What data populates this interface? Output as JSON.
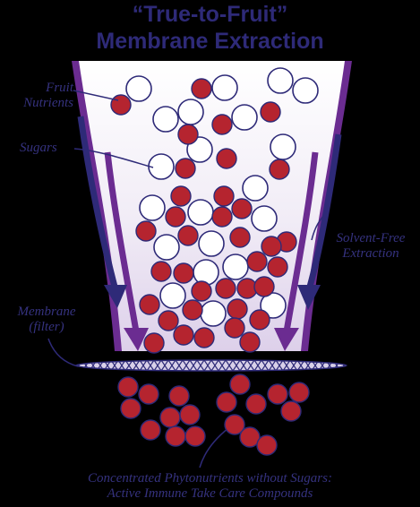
{
  "title": {
    "line1": "“True-to-Fruit”",
    "line2": "Membrane Extraction"
  },
  "labels": {
    "fruit_nutrients": [
      "Fruit",
      "Nutrients"
    ],
    "sugars": "Sugars",
    "solvent_free": [
      "Solvent-Free",
      "Extraction"
    ],
    "membrane": [
      "Membrane",
      "(filter)"
    ],
    "caption": [
      "Concentrated Phytonutrients without Sugars:",
      "Active Immune Take Care Compounds"
    ]
  },
  "legend": {
    "nutrient_color": "#b5242f",
    "sugar_color": "#ffffff",
    "arrow_color": "#2e2a78",
    "funnel_color": "#6b2c91"
  }
}
